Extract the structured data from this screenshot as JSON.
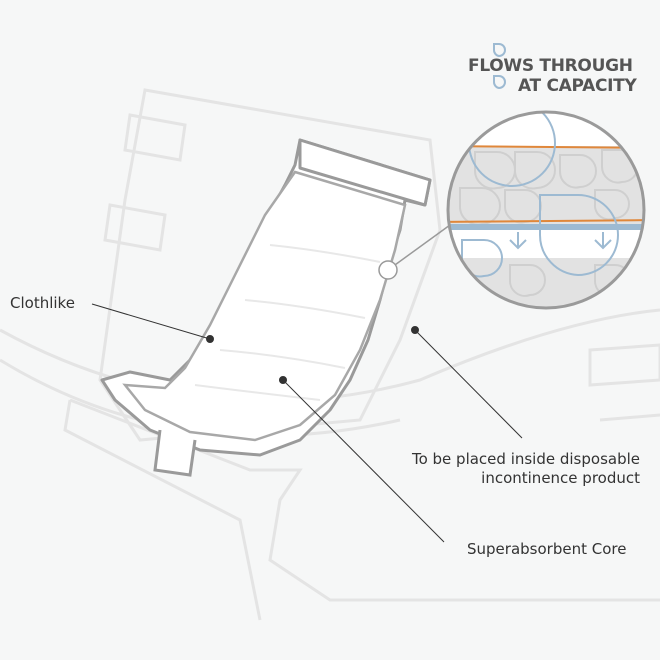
{
  "logo": {
    "line1": "FLOWS THROUGH",
    "line2": "AT CAPACITY"
  },
  "callouts": {
    "clothlike": "Clothlike",
    "placement_line1": "To be placed inside disposable",
    "placement_line2": "incontinence product",
    "core": "Superabsorbent Core"
  },
  "colors": {
    "outline": "#9a9a9a",
    "orange": "#e0873a",
    "blue": "#9dbad2",
    "core_gray": "#e2e2e2"
  }
}
